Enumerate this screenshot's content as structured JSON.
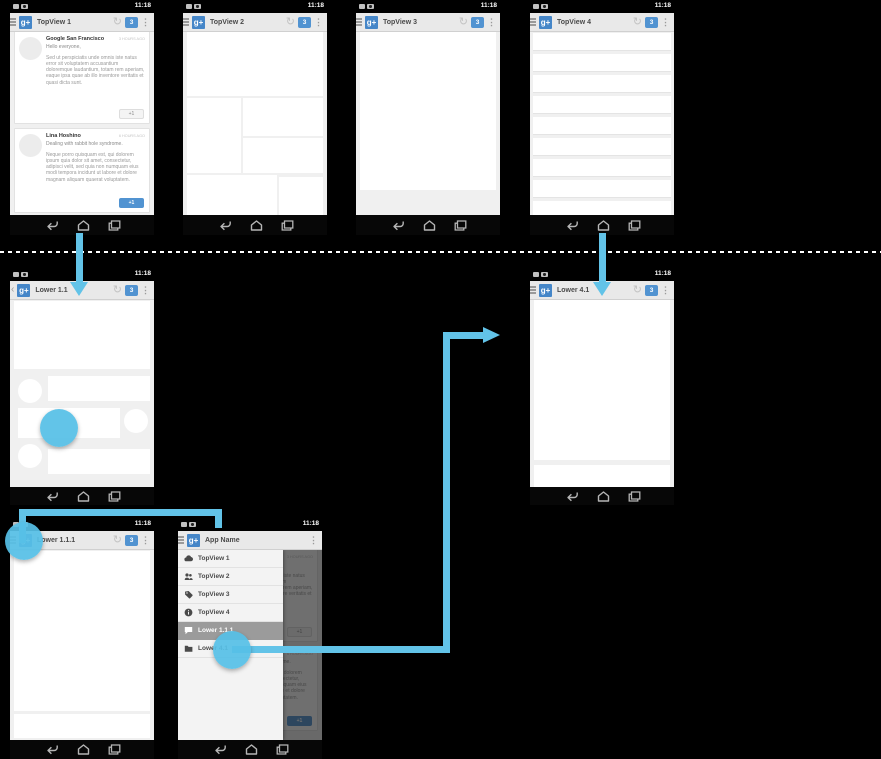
{
  "meta": {
    "time": "11:18"
  },
  "actionbar": {
    "logo": "g+",
    "badge": "3",
    "refresh_icon": "↻",
    "overflow_icon": "⋮",
    "back_caret": "‹"
  },
  "screens": {
    "topview1": {
      "title": "TopView 1"
    },
    "topview2": {
      "title": "TopView 2"
    },
    "topview3": {
      "title": "TopView 3"
    },
    "topview4": {
      "title": "TopView 4"
    },
    "lower11": {
      "title": "Lower 1.1"
    },
    "lower41": {
      "title": "Lower 4.1"
    },
    "lower111": {
      "title": "Lower 1.1.1"
    },
    "drawer_screen": {
      "title": "App Name"
    }
  },
  "feed": {
    "cards": [
      {
        "author": "Google San Francisco",
        "time_ago": "3 HOURS AGO",
        "subject": "Hello everyone,",
        "body": "Sed ut perspiciatis unde omnis iste natus error sit voluptatem accusantium doloremque laudantium, totam rem aperiam, eaque ipsa quae ab illo inventore veritatis et quasi dicta sunt.",
        "plus_one": "+1"
      },
      {
        "author": "Lina Hoshino",
        "time_ago": "6 HOURS AGO",
        "subject": "Dealing with rabbit hole syndrome.",
        "body": "Neque porro quisquam est, qui dolorem ipsum quia dolor sit amet, consectetur, adipisci velit, sed quia non numquam eius modi tempora incidunt ut labore et dolore magnam aliquam quaerat voluptatem.",
        "plus_one": "+1"
      }
    ]
  },
  "drawer": {
    "items": [
      {
        "label": "TopView 1",
        "icon": "cloud-icon"
      },
      {
        "label": "TopView 2",
        "icon": "people-icon"
      },
      {
        "label": "TopView 3",
        "icon": "tag-icon"
      },
      {
        "label": "TopView 4",
        "icon": "info-icon"
      },
      {
        "label": "Lower 1.1.1",
        "icon": "chat-icon",
        "selected": true
      },
      {
        "label": "Lower 4.1",
        "icon": "folder-icon"
      }
    ]
  },
  "colors": {
    "flow_blue": "#62c3e8",
    "badge_blue": "#5193d1",
    "logo_blue": "#4586c8",
    "actionbar_gray": "#e9e9e9",
    "content_gray": "#f0f0f0",
    "selected_item_gray": "#9b9b9b",
    "background": "#000000"
  }
}
